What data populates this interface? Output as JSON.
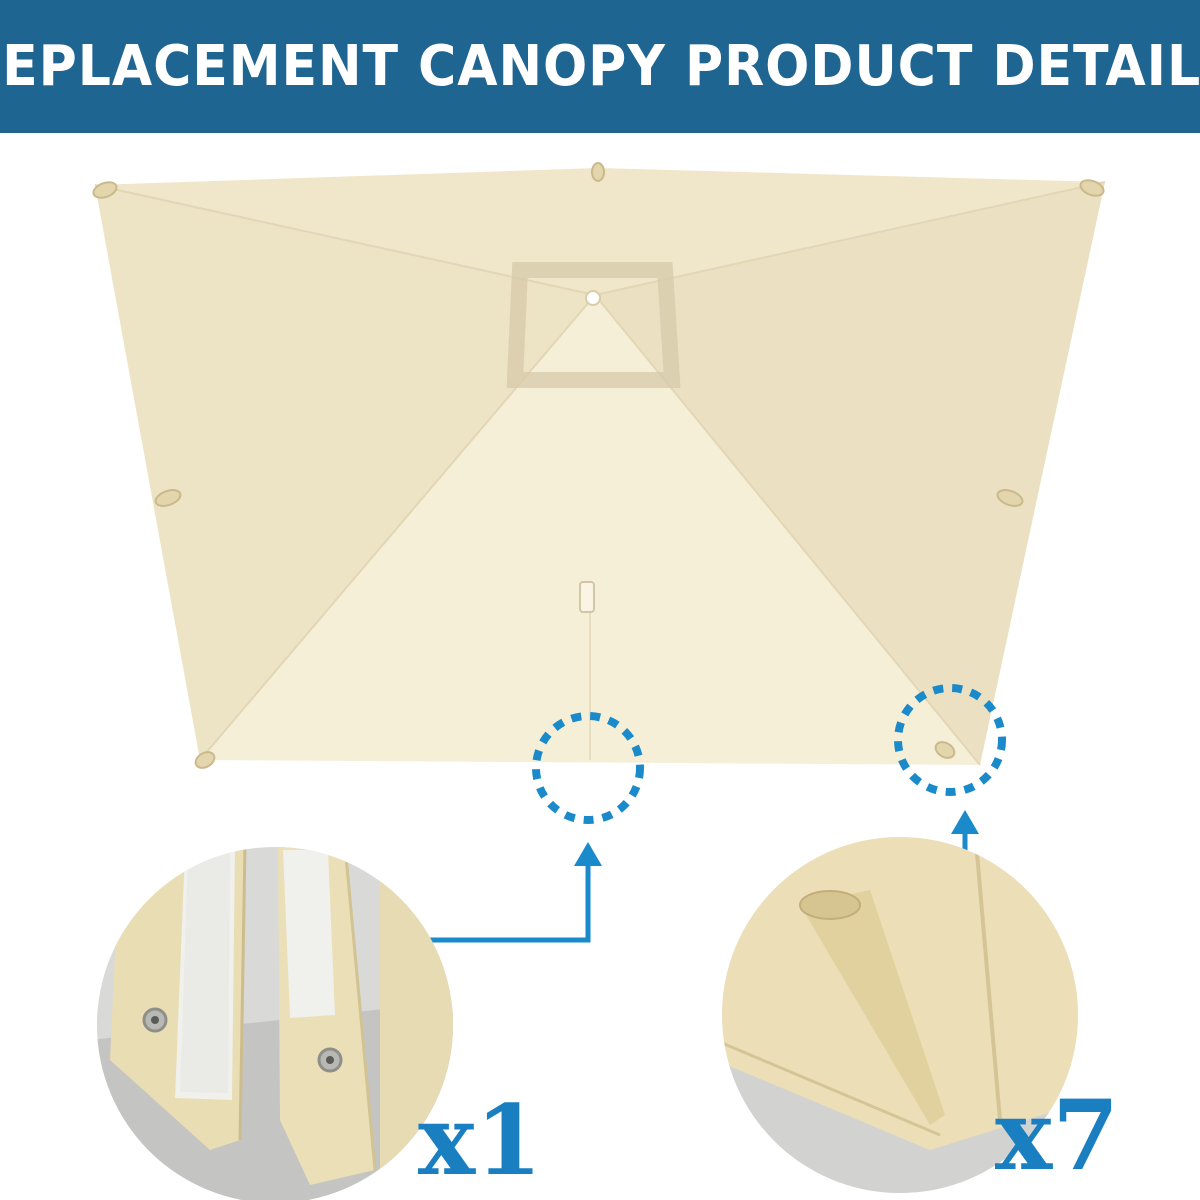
{
  "banner": {
    "title": "REPLACEMENT CANOPY PRODUCT DETAILS"
  },
  "callouts": {
    "velcro_detail": {
      "quantity_label": "x1",
      "icon": "velcro-strip-with-grommet"
    },
    "rib_pocket_detail": {
      "quantity_label": "x7",
      "icon": "rib-pocket"
    }
  },
  "colors": {
    "banner": "#1f6592",
    "canopy_fabric": "#f4ecd2",
    "canopy_shade": "#ebe1c3",
    "accent_blue": "#1a7fc0"
  }
}
